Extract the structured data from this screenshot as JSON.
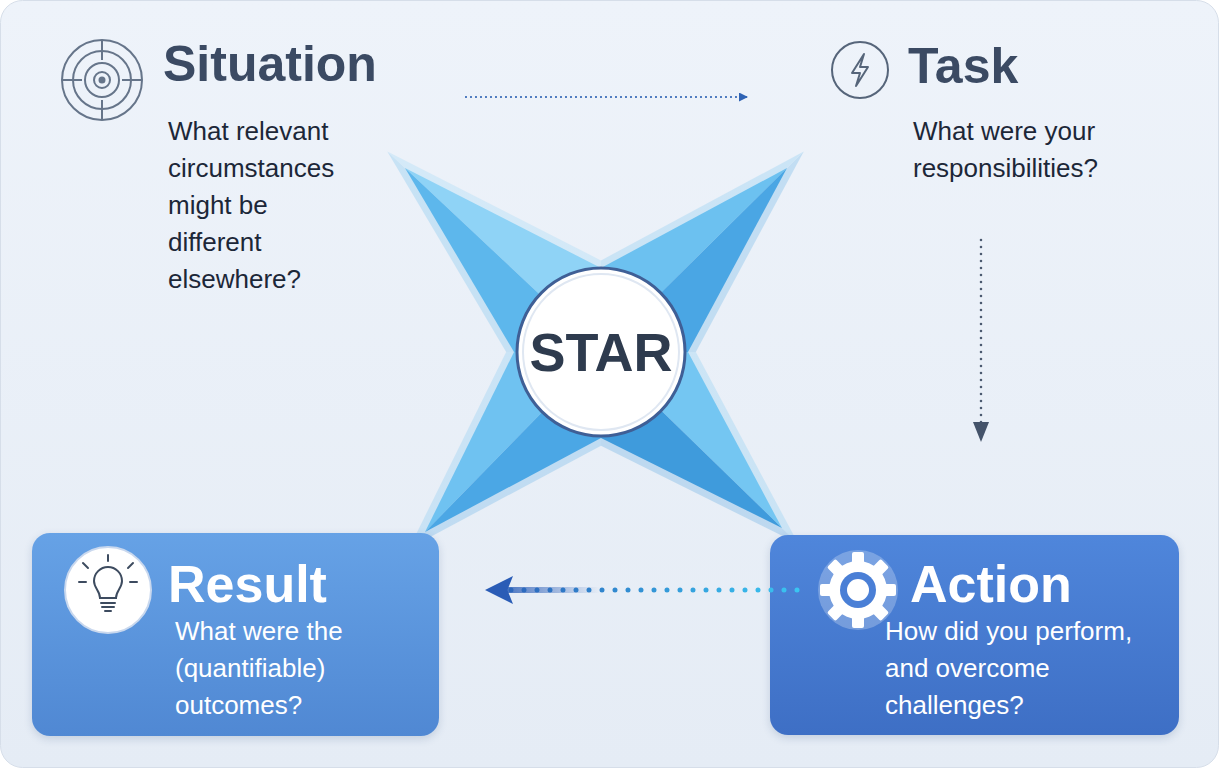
{
  "diagram": {
    "nodes": [
      {
        "text": [
          "Situation",
          "What relevant circumstances might be different elsewhere?"
        ]
      },
      {
        "text": [
          "Task",
          "What were your responsibilities?"
        ]
      },
      {
        "text": [
          "STAR"
        ]
      },
      {
        "text": [
          "Result",
          "What were the (quantifiable) outcomes?"
        ]
      },
      {
        "text": [
          "Action",
          "How did you perform, and overcome challenges?"
        ]
      }
    ],
    "edges": [
      {
        "from": 0,
        "to": 1,
        "arrow": "to"
      },
      {
        "from": 1,
        "to": 4,
        "arrow": "to"
      },
      {
        "from": 4,
        "to": 3,
        "arrow": "to"
      }
    ]
  }
}
